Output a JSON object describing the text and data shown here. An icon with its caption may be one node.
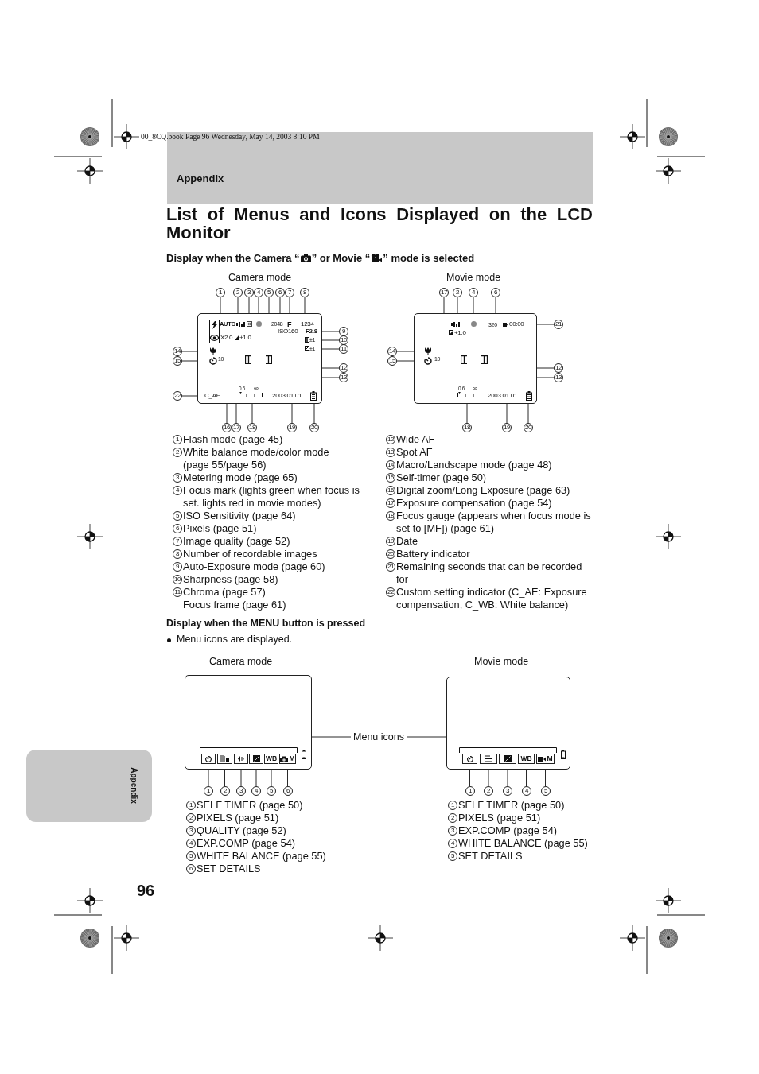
{
  "diagram": {
    "title": "List of Menus and Icons Displayed on the LCD Monitor",
    "nodes": [
      {
        "text": [
          "Appendix"
        ]
      },
      {
        "text": [
          "Appendix"
        ]
      },
      {
        "text": [
          "AUTO",
          "2048",
          "F",
          "1234",
          "ISO160",
          "F2.8",
          "X2.0",
          "+1.0",
          "±1",
          "±1",
          "10",
          "C_AE",
          "0.6",
          "∞",
          "2003.01.01"
        ]
      },
      {
        "text": [
          "320",
          "00:00",
          "+1.0",
          "10",
          "0.6",
          "∞",
          "2003.01.01"
        ]
      },
      {
        "text": [
          "1"
        ]
      },
      {
        "text": [
          "2"
        ]
      },
      {
        "text": [
          "3"
        ]
      },
      {
        "text": [
          "4"
        ]
      },
      {
        "text": [
          "5"
        ]
      },
      {
        "text": [
          "6"
        ]
      },
      {
        "text": [
          "7"
        ]
      },
      {
        "text": [
          "8"
        ]
      },
      {
        "text": [
          "9"
        ]
      },
      {
        "text": [
          "10"
        ]
      },
      {
        "text": [
          "11"
        ]
      },
      {
        "text": [
          "12"
        ]
      },
      {
        "text": [
          "13"
        ]
      },
      {
        "text": [
          "14"
        ]
      },
      {
        "text": [
          "15"
        ]
      },
      {
        "text": [
          "16"
        ]
      },
      {
        "text": [
          "17"
        ]
      },
      {
        "text": [
          "18"
        ]
      },
      {
        "text": [
          "19"
        ]
      },
      {
        "text": [
          "20"
        ]
      },
      {
        "text": [
          "22"
        ]
      },
      {
        "text": [
          "17"
        ]
      },
      {
        "text": [
          "2"
        ]
      },
      {
        "text": [
          "4"
        ]
      },
      {
        "text": [
          "6"
        ]
      },
      {
        "text": [
          "21"
        ]
      },
      {
        "text": [
          "14"
        ]
      },
      {
        "text": [
          "15"
        ]
      },
      {
        "text": [
          "12"
        ]
      },
      {
        "text": [
          "13"
        ]
      },
      {
        "text": [
          "18"
        ]
      },
      {
        "text": [
          "19"
        ]
      },
      {
        "text": [
          "20"
        ]
      },
      {
        "text": [],
        "shape": "box"
      },
      {
        "text": [],
        "shape": "box",
        "in": 37
      },
      {
        "text": [],
        "shape": "box",
        "in": 37
      },
      {
        "text": [],
        "shape": "box",
        "in": 37
      },
      {
        "text": [],
        "shape": "box",
        "in": 37
      },
      {
        "text": [
          "WB"
        ],
        "in": 37
      },
      {
        "text": [
          "M"
        ],
        "in": 37
      },
      {
        "text": [],
        "shape": "box"
      },
      {
        "text": [],
        "shape": "box",
        "in": 44
      },
      {
        "text": [],
        "shape": "box",
        "in": 44
      },
      {
        "text": [],
        "shape": "box",
        "in": 44
      },
      {
        "text": [
          "WB"
        ],
        "in": 44
      },
      {
        "text": [
          "M"
        ],
        "in": 44
      },
      {
        "text": [
          "1"
        ]
      },
      {
        "text": [
          "2"
        ]
      },
      {
        "text": [
          "3"
        ]
      },
      {
        "text": [
          "4"
        ]
      },
      {
        "text": [
          "5"
        ]
      },
      {
        "text": [
          "6"
        ]
      },
      {
        "text": [
          "1"
        ]
      },
      {
        "text": [
          "2"
        ]
      },
      {
        "text": [
          "3"
        ]
      },
      {
        "text": [
          "4"
        ]
      },
      {
        "text": [
          "5"
        ]
      },
      {
        "text": [
          "Menu icons"
        ]
      },
      {
        "text": [],
        "shape": "bracket",
        "in": 37
      },
      {
        "text": [],
        "shape": "bracket",
        "in": 44
      }
    ],
    "edges": [
      {
        "from": 4,
        "to": 2,
        "arrow": "none"
      },
      {
        "from": 5,
        "to": 2,
        "arrow": "none"
      },
      {
        "from": 6,
        "to": 2,
        "arrow": "none"
      },
      {
        "from": 7,
        "to": 2,
        "arrow": "none"
      },
      {
        "from": 8,
        "to": 2,
        "arrow": "none"
      },
      {
        "from": 9,
        "to": 2,
        "arrow": "none"
      },
      {
        "from": 10,
        "to": 2,
        "arrow": "none"
      },
      {
        "from": 11,
        "to": 2,
        "arrow": "none"
      },
      {
        "from": 12,
        "to": 2,
        "arrow": "none"
      },
      {
        "from": 13,
        "to": 2,
        "arrow": "none"
      },
      {
        "from": 14,
        "to": 2,
        "arrow": "none"
      },
      {
        "from": 15,
        "to": 2,
        "arrow": "none"
      },
      {
        "from": 16,
        "to": 2,
        "arrow": "none"
      },
      {
        "from": 17,
        "to": 2,
        "arrow": "none"
      },
      {
        "from": 18,
        "to": 2,
        "arrow": "none"
      },
      {
        "from": 19,
        "to": 2,
        "arrow": "none"
      },
      {
        "from": 20,
        "to": 2,
        "arrow": "none"
      },
      {
        "from": 21,
        "to": 2,
        "arrow": "none"
      },
      {
        "from": 22,
        "to": 2,
        "arrow": "none"
      },
      {
        "from": 23,
        "to": 2,
        "arrow": "none"
      },
      {
        "from": 24,
        "to": 2,
        "arrow": "none"
      },
      {
        "from": 25,
        "to": 3,
        "arrow": "none"
      },
      {
        "from": 26,
        "to": 3,
        "arrow": "none"
      },
      {
        "from": 27,
        "to": 3,
        "arrow": "none"
      },
      {
        "from": 28,
        "to": 3,
        "arrow": "none"
      },
      {
        "from": 29,
        "to": 3,
        "arrow": "none"
      },
      {
        "from": 30,
        "to": 3,
        "arrow": "none"
      },
      {
        "from": 31,
        "to": 3,
        "arrow": "none"
      },
      {
        "from": 32,
        "to": 3,
        "arrow": "none"
      },
      {
        "from": 33,
        "to": 3,
        "arrow": "none"
      },
      {
        "from": 34,
        "to": 3,
        "arrow": "none"
      },
      {
        "from": 35,
        "to": 3,
        "arrow": "none"
      },
      {
        "from": 36,
        "to": 3,
        "arrow": "none"
      },
      {
        "from": 50,
        "to": 38,
        "arrow": "none"
      },
      {
        "from": 51,
        "to": 39,
        "arrow": "none"
      },
      {
        "from": 52,
        "to": 40,
        "arrow": "none"
      },
      {
        "from": 53,
        "to": 41,
        "arrow": "none"
      },
      {
        "from": 54,
        "to": 42,
        "arrow": "none"
      },
      {
        "from": 55,
        "to": 43,
        "arrow": "none"
      },
      {
        "from": 56,
        "to": 45,
        "arrow": "none"
      },
      {
        "from": 57,
        "to": 46,
        "arrow": "none"
      },
      {
        "from": 58,
        "to": 47,
        "arrow": "none"
      },
      {
        "from": 59,
        "to": 48,
        "arrow": "none"
      },
      {
        "from": 60,
        "to": 49,
        "arrow": "none"
      },
      {
        "from": 61,
        "to": 62,
        "arrow": "none"
      },
      {
        "from": 61,
        "to": 63,
        "arrow": "none"
      }
    ],
    "labels": [
      "00_8CQ.book Page 96 Wednesday, May 14, 2003 8:10 PM",
      "Display when the Camera “",
      "” or Movie “",
      "” mode is selected",
      "Camera mode",
      "Movie mode",
      "1",
      "Flash mode (page 45)",
      "2",
      "White balance mode/color mode (page 55/page 56)",
      "3",
      "Metering mode (page 65)",
      "4",
      "Focus mark (lights green when focus is set. lights red in movie modes)",
      "5",
      "ISO Sensitivity (page 64)",
      "6",
      "Pixels (page 51)",
      "7",
      "Image quality (page 52)",
      "8",
      "Number of recordable images",
      "9",
      "Auto-Exposure mode (page 60)",
      "10",
      "Sharpness (page 58)",
      "11",
      "Chroma (page 57)",
      "Focus frame (page 61)",
      "12",
      "Wide AF",
      "13",
      "Spot AF",
      "14",
      "Macro/Landscape mode (page 48)",
      "15",
      "Self-timer (page 50)",
      "16",
      "Digital zoom/Long Exposure (page 63)",
      "17",
      "Exposure compensation (page 54)",
      "18",
      "Focus gauge (appears when focus mode is set to [MF]) (page 61)",
      "19",
      "Date",
      "20",
      "Battery indicator",
      "21",
      "Remaining seconds that can be recorded for",
      "22",
      "Custom setting indicator (C_AE: Exposure compensation, C_WB: White balance)",
      "Display when the MENU button is pressed",
      "Menu icons are displayed.",
      "Camera mode",
      "Movie mode",
      "1",
      "SELF TIMER (page 50)",
      "2",
      "PIXELS (page 51)",
      "3",
      "QUALITY (page 52)",
      "4",
      "EXP.COMP (page 54)",
      "5",
      "WHITE BALANCE (page 55)",
      "6",
      "SET DETAILS",
      "1",
      "SELF TIMER (page 50)",
      "2",
      "PIXELS (page 51)",
      "3",
      "EXP.COMP (page 54)",
      "4",
      "WHITE BALANCE (page 55)",
      "5",
      "SET DETAILS",
      "96"
    ]
  }
}
